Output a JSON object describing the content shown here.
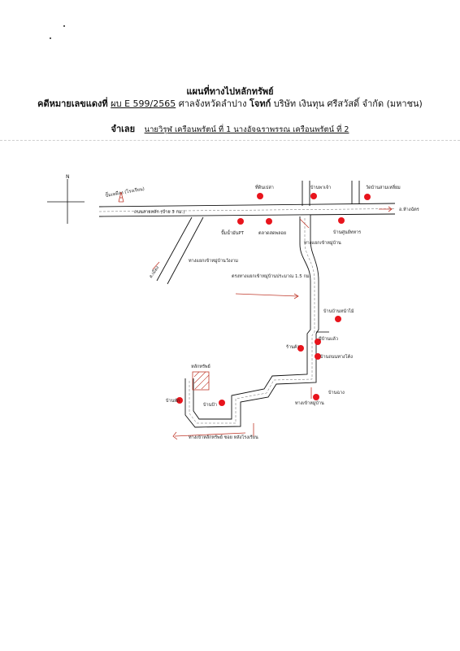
{
  "header": {
    "title": "แผนที่ทางไปหลักทรัพย์",
    "case_label": "คดีหมายเลขแดงที่",
    "case_number": "ผบ E 599/2565",
    "court": "ศาลจังหวัดลำปาง",
    "plaintiff_label": "โจทก์",
    "plaintiff": "บริษัท เงินทุน ศรีสวัสดิ์ จำกัด (มหาชน)",
    "defendant_label": "จำเลย",
    "defendants": "นายวิรุฬ เครือนพรัตน์ ที่ 1  นางอัจฉราพรรณ เครือนพรัตน์ ที่ 2"
  },
  "map": {
    "north_label": "N",
    "road_label": "ถนนสายหลัก (ป้าย 3 กม.)",
    "to_east_label": "อ.ห้างฉัตร",
    "to_sw_label": "อ.เมือง",
    "top_left_label": "ปั๊มเหมือง (โรงเรียน)",
    "landmarks": [
      {
        "label": "ที่ดินเปล่า",
        "color": "#e8141c"
      },
      {
        "label": "บ้านพาเจ้า",
        "color": "#e8141c"
      },
      {
        "label": "วัดบ้านสามเหลี่ยม",
        "color": "#e8141c"
      },
      {
        "label": "ปั๊มน้ำมันPT",
        "color": "#e8141c"
      },
      {
        "label": "ตลาดสดพลอย",
        "color": "#e8141c"
      },
      {
        "label": "บ้านศูนย์ทหาร",
        "color": "#e8141c"
      },
      {
        "label": "บ้านบ้านหน้าไม้",
        "color": "#e8141c"
      },
      {
        "label": "มีบ้านแล้ว",
        "color": "#e8141c"
      },
      {
        "label": "บ้านถนนทางโค้ง",
        "color": "#e8141c"
      },
      {
        "label": "ร้านค้า",
        "color": "#e8141c"
      },
      {
        "label": "บ้านฉาง",
        "color": "#e8141c"
      },
      {
        "label": "บ้านพัก",
        "color": "#e8141c"
      },
      {
        "label": "บ้านป้า",
        "color": "#e8141c"
      }
    ],
    "notes": {
      "junction": "ทางแยกเข้าหมู่บ้าน",
      "turn": "ตรงทางแยกเข้าหมู่บ้านประมาณ 1.5 กม.",
      "village": "ทางเข้าหมู่บ้าน",
      "target": "หลักทรัพย์",
      "bottom": "ทางเข้าหลักทรัพย์ ซอย หลังโรงเรียน",
      "left_road": "ทางแยกเข้าหมู่บ้านวังงาม"
    }
  }
}
